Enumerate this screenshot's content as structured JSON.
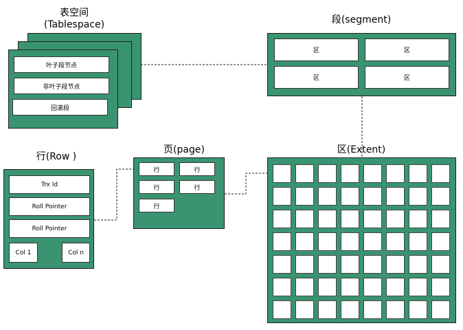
{
  "tablespace": {
    "title_line1": "表空间",
    "title_line2": "(Tablespace)",
    "segments": [
      "叶子段节点",
      "非叶子段节点",
      "回滚段"
    ]
  },
  "segment": {
    "title": "段(segment)",
    "extents": [
      "区",
      "区",
      "区",
      "区"
    ]
  },
  "row": {
    "title": "行(Row )",
    "fields": [
      "Trx Id",
      "Roll Pointer",
      "Roll Pointer"
    ],
    "col_first": "Col 1",
    "col_last": "Col n"
  },
  "page": {
    "title": "页(page)",
    "rows": [
      "行",
      "行",
      "行",
      "行",
      "行"
    ]
  },
  "extent": {
    "title": "区(Extent)",
    "grid_rows": 7,
    "grid_cols": 8
  },
  "colors": {
    "box_fill": "#3a9471",
    "cell_fill": "#ffffff"
  }
}
